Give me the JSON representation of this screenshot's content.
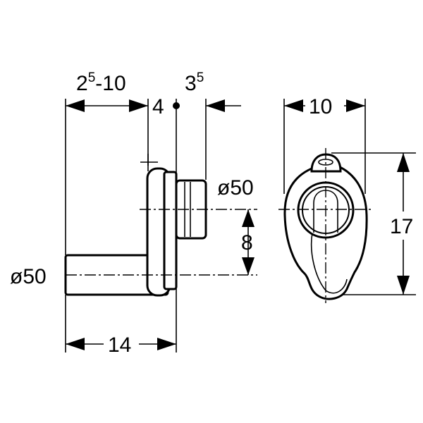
{
  "dimensions": {
    "top_left": {
      "base": "2",
      "sup": "5",
      "rest": "-10"
    },
    "top_mid": "4",
    "top_right": {
      "base": "3",
      "sup": "5"
    },
    "front_width": "10",
    "front_height": "17",
    "outlet_diameter": "ø50",
    "inlet_diameter": "ø50",
    "vertical_offset": "8",
    "depth": "14"
  }
}
